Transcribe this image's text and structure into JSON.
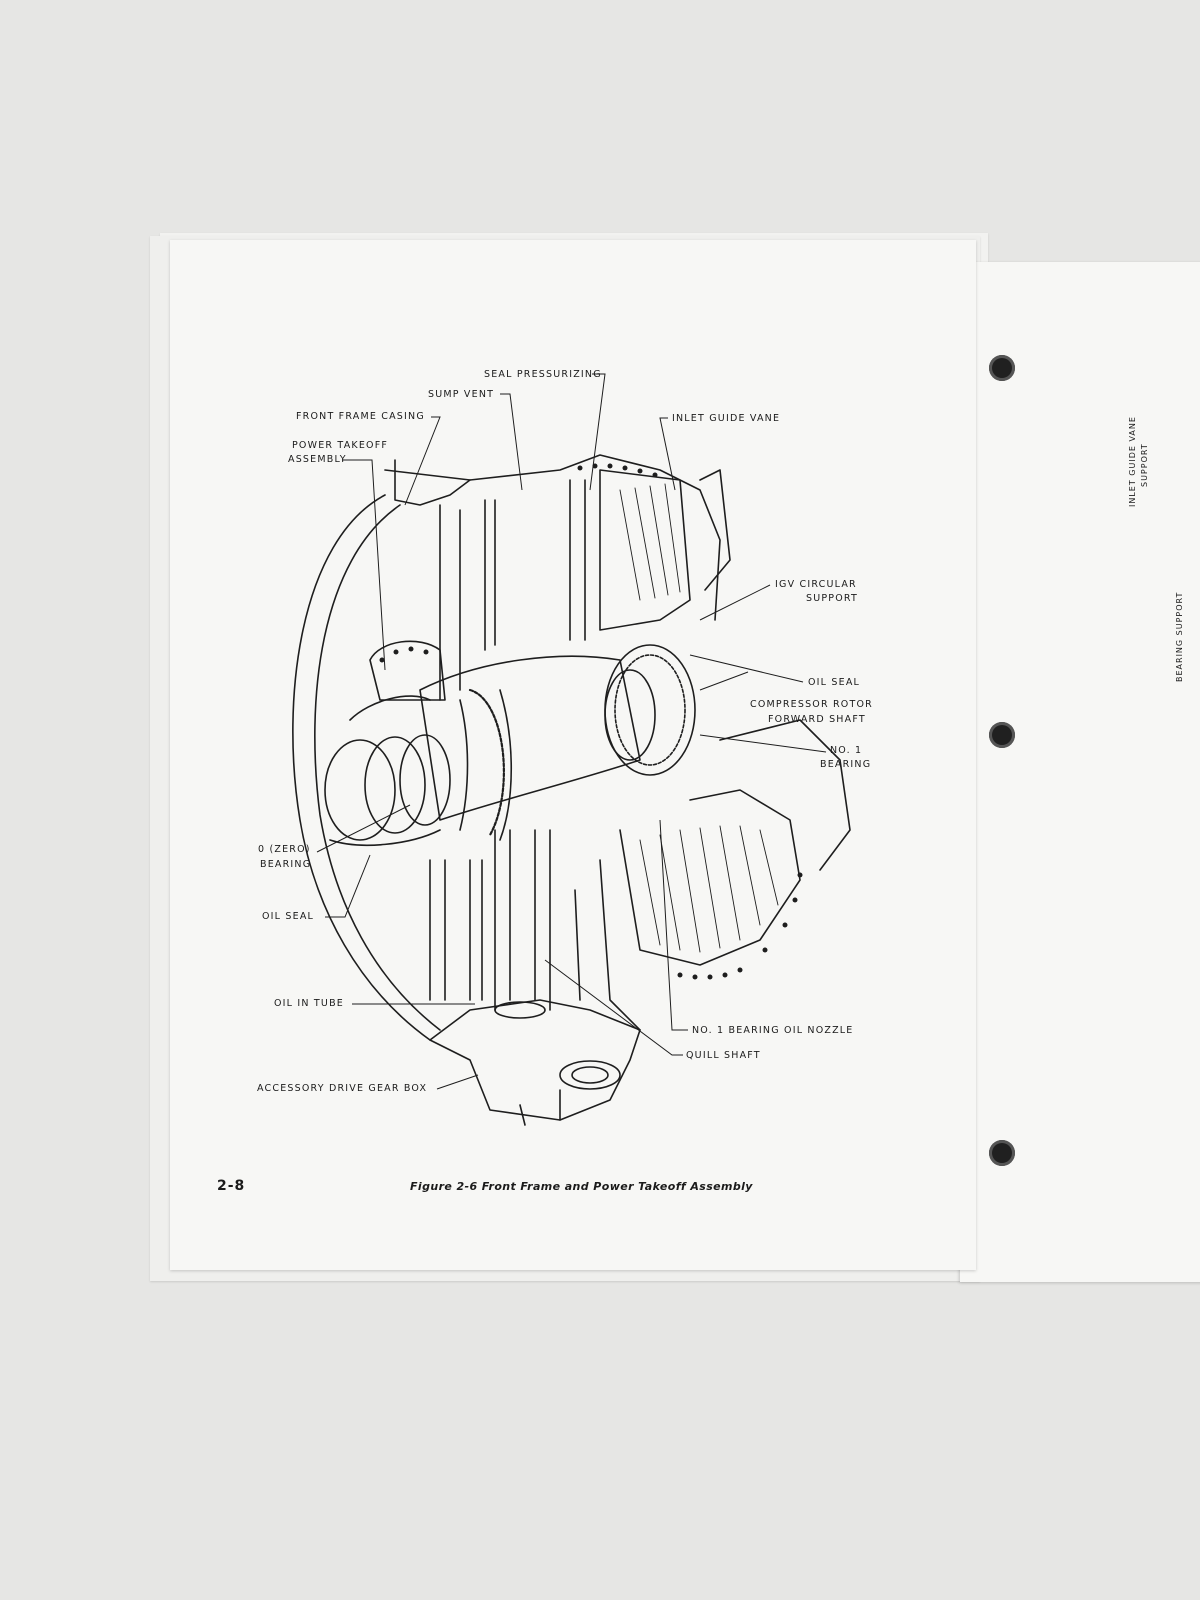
{
  "page": {
    "number": "2-8",
    "caption": "Figure 2-6 Front Frame and Power Takeoff Assembly"
  },
  "labels": {
    "seal_pressurizing": "SEAL PRESSURIZING",
    "sump_vent": "SUMP VENT",
    "front_frame_casing": "FRONT FRAME CASING",
    "power_takeoff_1": "POWER TAKEOFF",
    "power_takeoff_2": "ASSEMBLY",
    "inlet_guide_vane": "INLET GUIDE VANE",
    "igv_1": "IGV CIRCULAR",
    "igv_2": "SUPPORT",
    "oil_seal_right": "OIL SEAL",
    "compressor_1": "COMPRESSOR ROTOR",
    "compressor_2": "FORWARD SHAFT",
    "no1_1": "NO. 1",
    "no1_2": "BEARING",
    "zero_1": "0 (ZERO)",
    "zero_2": "BEARING",
    "oil_seal_left": "OIL SEAL",
    "oil_in_tube": "OIL IN TUBE",
    "accessory_drive": "ACCESSORY DRIVE GEAR BOX",
    "no1_oil_nozzle": "NO. 1 BEARING OIL NOZZLE",
    "quill_shaft": "QUILL SHAFT"
  },
  "right_page": {
    "inlet_guide_vane_support_1": "INLET GUIDE VANE",
    "inlet_guide_vane_support_2": "SUPPORT",
    "bearing_support": "BEARING SUPPORT"
  }
}
